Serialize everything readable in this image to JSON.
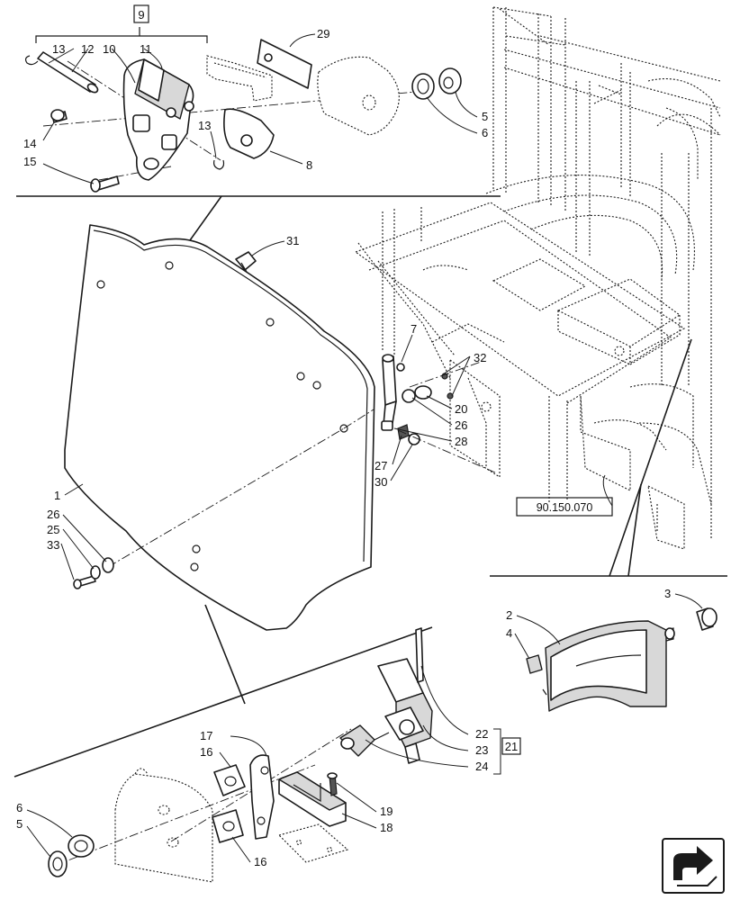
{
  "callouts": {
    "c9": "9",
    "c13a": "13",
    "c12": "12",
    "c10": "10",
    "c11": "11",
    "c29": "29",
    "c5a": "5",
    "c6a": "6",
    "c14": "14",
    "c13b": "13",
    "c15": "15",
    "c8": "8",
    "c31": "31",
    "c7": "7",
    "c32": "32",
    "c20": "20",
    "c26a": "26",
    "c28": "28",
    "c27": "27",
    "c30": "30",
    "c1": "1",
    "c26b": "26",
    "c25": "25",
    "c33": "33",
    "c3": "3",
    "c2": "2",
    "c4": "4",
    "c22": "22",
    "c23": "23",
    "c24": "24",
    "c21": "21",
    "c17": "17",
    "c16a": "16",
    "c6b": "6",
    "c5b": "5",
    "c19": "19",
    "c18": "18",
    "c16b": "16"
  },
  "reference": {
    "section": "90.150.070"
  },
  "nav": {
    "icon": "next-page-arrow-icon"
  }
}
